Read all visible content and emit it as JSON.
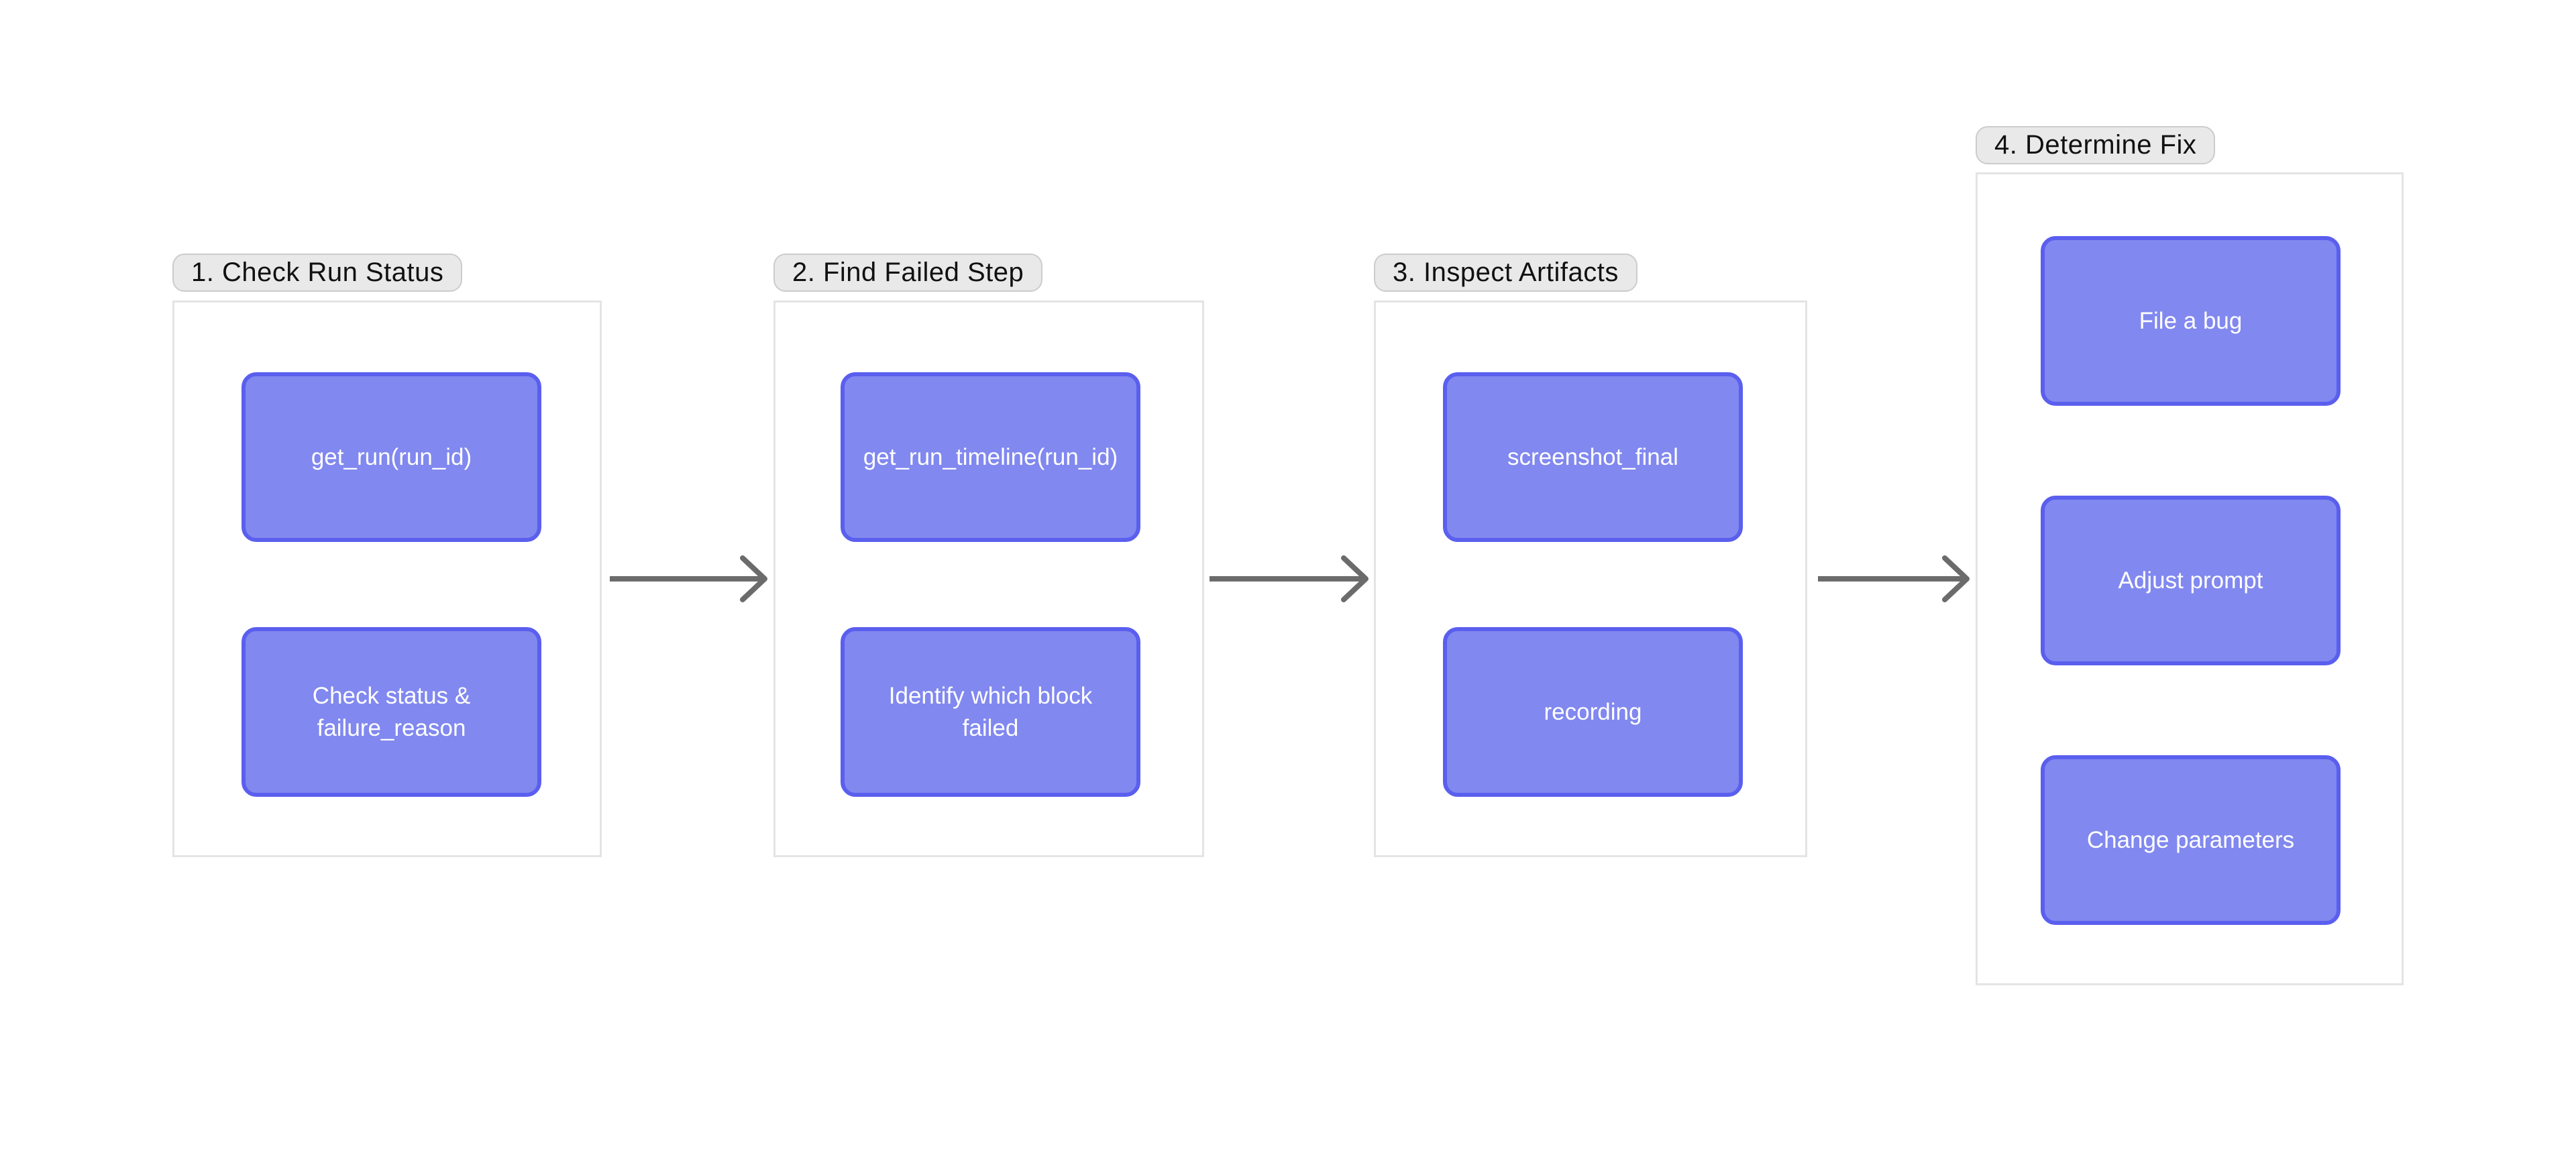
{
  "diagram": {
    "groups": [
      {
        "label": "1. Check Run Status",
        "boxes": [
          "get_run(run_id)",
          "Check status & failure_reason"
        ]
      },
      {
        "label": "2. Find Failed Step",
        "boxes": [
          "get_run_timeline(run_id)",
          "Identify which block failed"
        ]
      },
      {
        "label": "3. Inspect Artifacts",
        "boxes": [
          "screenshot_final",
          "recording"
        ]
      },
      {
        "label": "4. Determine Fix",
        "boxes": [
          "File a bug",
          "Adjust prompt",
          "Change parameters"
        ]
      }
    ],
    "flow": "group1 -> group2 -> group3 -> group4"
  },
  "colors": {
    "canvas_bg": "#ffffff",
    "container_bg": "#ffffff",
    "container_border": "#e4e4e4",
    "pill_bg": "#e9e9e9",
    "pill_border": "#cccccc",
    "pill_text": "#111111",
    "node_fill": "#8188ef",
    "node_border": "#5a5fee",
    "node_text": "#ffffff",
    "arrow": "#6b6b6b"
  }
}
